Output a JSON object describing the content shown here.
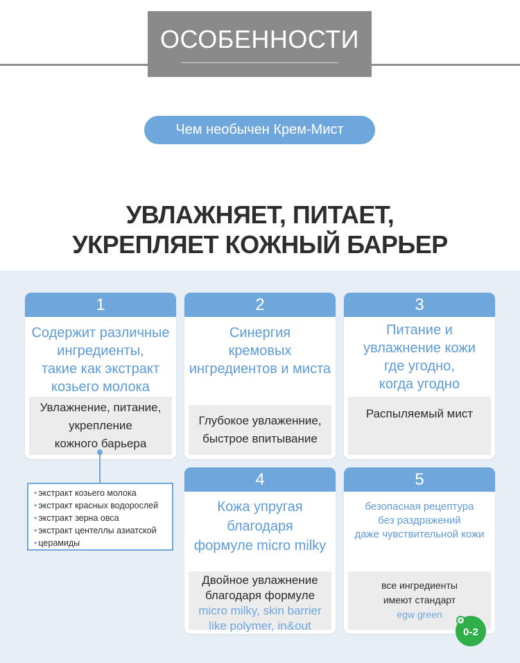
{
  "header": {
    "title": "ОСОБЕННОСТИ"
  },
  "pill": {
    "label": "Чем необычен Крем-Мист"
  },
  "headline": {
    "line1": "УВЛАЖНЯЕТ, ПИТАЕТ,",
    "line2": "УКРЕПЛЯЕТ КОЖНЫЙ БАРЬЕР"
  },
  "cards": [
    {
      "number": "1",
      "title_lines": [
        "Содержит различные",
        "ингредиенты,",
        "такие как экстракт",
        "козьего молока"
      ],
      "detail_lines": [
        "Увлажнение, питание,",
        "укрепление",
        "кожного барьера"
      ]
    },
    {
      "number": "2",
      "title_lines": [
        "Синергия",
        "кремовых",
        "ингредиентов и миста"
      ],
      "detail_lines": [
        "Глубокое увлаженние,",
        "быстрое впитывание"
      ]
    },
    {
      "number": "3",
      "title_lines": [
        "Питание и",
        "увлажнение кожи",
        "где угодно,",
        "когда угодно"
      ],
      "detail_lines": [
        "Распыляемый мист"
      ]
    },
    {
      "number": "4",
      "title_lines": [
        "Кожа упругая",
        "благодаря",
        "формуле micro milky"
      ],
      "detail_lines": [
        "Двойное увлажнение",
        "благодаря формуле"
      ],
      "detail_blue_lines": [
        "micro milky, skin barrier",
        "like polymer, in&out"
      ]
    },
    {
      "number": "5",
      "title_lines": [
        "безопасная рецептура",
        "без раздражений",
        "даже чувствительной кожи"
      ],
      "detail_lines": [
        "все ингредиенты",
        "имеют стандарт"
      ],
      "detail_blue_lines": [
        "egw green"
      ]
    }
  ],
  "ingredients": [
    "экстракт козьего молока",
    "экстракт красных водорослей",
    "экстракт зерна овса",
    "экстракт центеллы азиатской",
    "церамиды"
  ],
  "badge": {
    "label": "0-2",
    "icon": "leaf-icon"
  },
  "colors": {
    "accent": "#6fa6dc",
    "header": "#8a8a8a",
    "panel": "#e8eef6",
    "badge": "#2fae49"
  }
}
